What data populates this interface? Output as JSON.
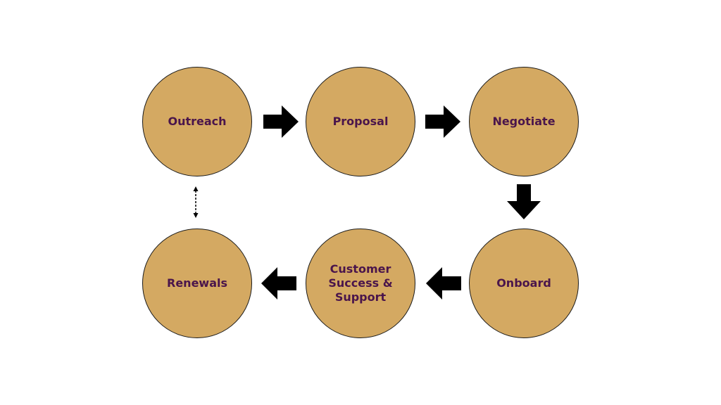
{
  "colors": {
    "node_fill": "#d4a962",
    "node_text": "#4a154b",
    "arrow": "#000000",
    "background": "#ffffff"
  },
  "nodes": {
    "outreach": "Outreach",
    "proposal": "Proposal",
    "negotiate": "Negotiate",
    "onboard": "Onboard",
    "customer_success": "Customer Success & Support",
    "renewals": "Renewals"
  },
  "edges": [
    {
      "from": "outreach",
      "to": "proposal",
      "style": "block-arrow"
    },
    {
      "from": "proposal",
      "to": "negotiate",
      "style": "block-arrow"
    },
    {
      "from": "negotiate",
      "to": "onboard",
      "style": "block-arrow"
    },
    {
      "from": "onboard",
      "to": "customer_success",
      "style": "block-arrow"
    },
    {
      "from": "customer_success",
      "to": "renewals",
      "style": "block-arrow"
    },
    {
      "from": "renewals",
      "to": "outreach",
      "style": "dashed-double-arrow"
    }
  ]
}
